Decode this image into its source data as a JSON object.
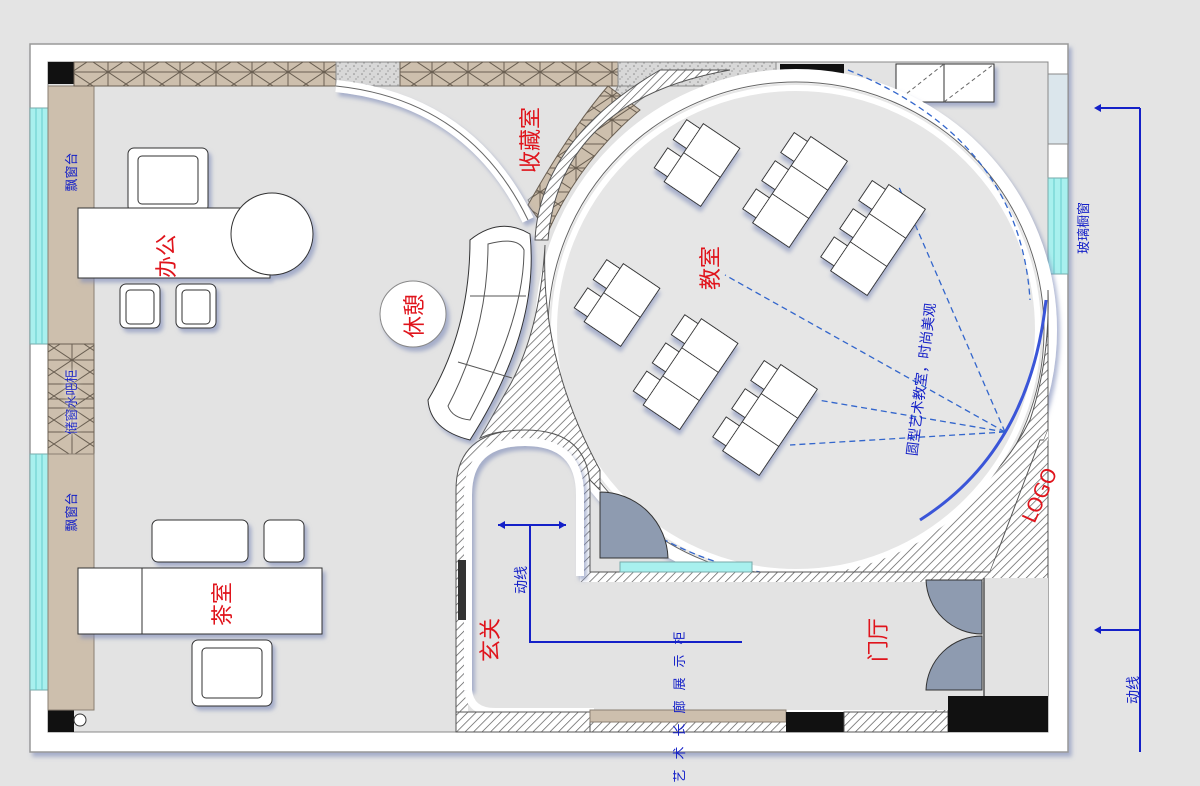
{
  "labels": {
    "office": "办公",
    "rest": "休憩",
    "collection": "收藏室",
    "classroom": "教室",
    "tea_room": "茶室",
    "entrance": "玄关",
    "lobby": "门厅",
    "logo": "LOGO",
    "bay_window_top": "飘窗台",
    "bay_window_bottom": "飘窗台",
    "bar_cabinet": "储窗水吧柜",
    "glass_window": "玻璃橱窗",
    "round_classroom": "圆型艺术教室，时尚美观",
    "flow_line_inner": "动线",
    "flow_line_outer": "动线",
    "gallery_cabinet": "艺术长廊展示柜"
  },
  "colors": {
    "floor": "#e3e3e3",
    "wall": "#ffffff",
    "cabinet": "#cdbfad",
    "glass": "#a8f0ee",
    "door": "#8e9bb0",
    "flow_line": "#1420c8",
    "label_red": "#e0141c"
  }
}
